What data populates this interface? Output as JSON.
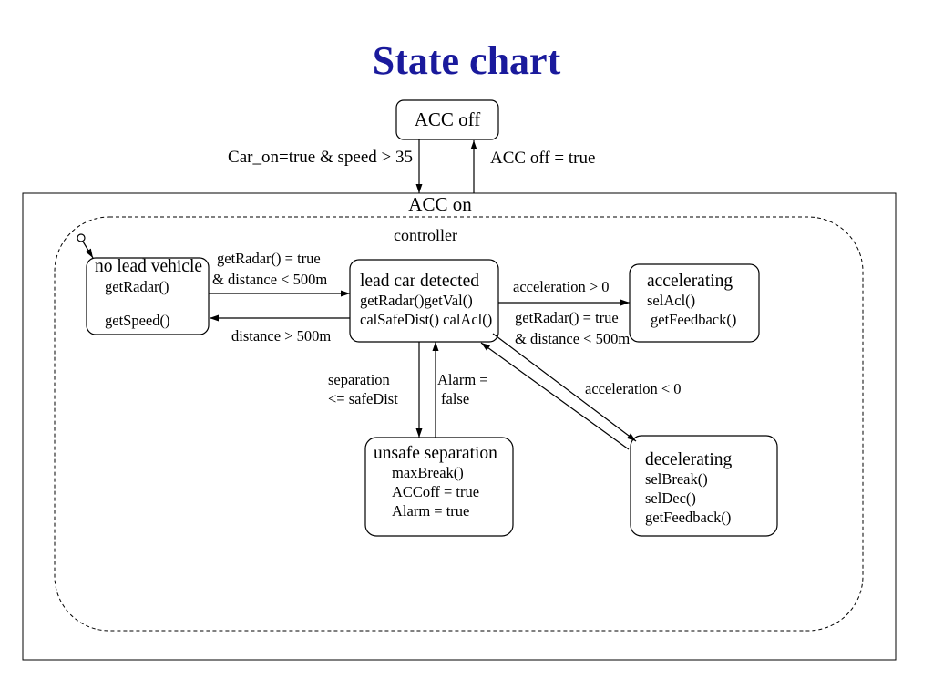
{
  "slide": {
    "title": "State chart"
  },
  "diagram": {
    "off_state": {
      "name": "ACC off"
    },
    "outer_state": {
      "name": "ACC on"
    },
    "region": {
      "name": "controller"
    },
    "states": {
      "no_lead_vehicle": {
        "name": "no lead vehicle",
        "actions": [
          "getRadar()",
          "getSpeed()"
        ]
      },
      "lead_car_detected": {
        "name": "lead car detected",
        "actions": [
          "getRadar()getVal()",
          "calSafeDist() calAcl()"
        ]
      },
      "accelerating": {
        "name": "accelerating",
        "actions": [
          "selAcl()",
          "getFeedback()"
        ]
      },
      "decelerating": {
        "name": "decelerating",
        "actions": [
          "selBreak()",
          "selDec()",
          "getFeedback()"
        ]
      },
      "unsafe_separation": {
        "name": "unsafe separation",
        "actions": [
          "maxBreak()",
          "ACCoff = true",
          "Alarm = true"
        ]
      }
    },
    "transitions": {
      "off_to_on": [
        "Car_on=true & speed > 35"
      ],
      "on_to_off": [
        "ACC off = true"
      ],
      "no_lead_to_lead": [
        "getRadar() = true",
        "& distance < 500m"
      ],
      "lead_to_no_lead": [
        "distance > 500m"
      ],
      "lead_to_accelerating": [
        "acceleration > 0"
      ],
      "accelerating_decelerating_guard": [
        "getRadar() = true",
        "& distance < 500m"
      ],
      "lead_to_decelerating": [
        "acceleration < 0"
      ],
      "lead_to_unsafe": [
        "separation",
        "<= safeDist"
      ],
      "unsafe_to_lead": [
        "Alarm =",
        "false"
      ]
    }
  },
  "colors": {
    "title": "#1a1a9c",
    "stroke": "#000000",
    "background": "#ffffff"
  }
}
